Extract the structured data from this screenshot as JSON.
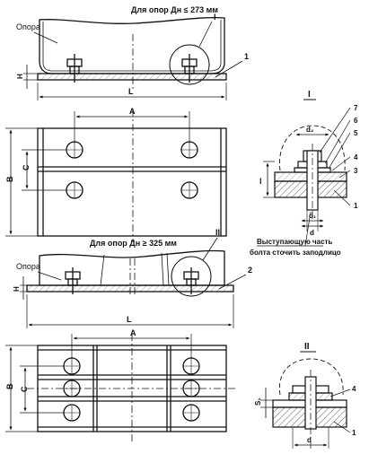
{
  "top": {
    "title": "Для опор Дн ≤ 273 мм",
    "support_label": "Опора",
    "detail_callout": "I",
    "part_1": "1",
    "dim_h": "H",
    "dim_l": "L",
    "dim_a": "A",
    "dim_b": "B",
    "dim_c": "C"
  },
  "detail_1": {
    "title": "I",
    "dim_d2": "d₂",
    "dim_d1": "d₁",
    "dim_d": "d",
    "dim_l": "l",
    "parts": [
      "7",
      "6",
      "5",
      "4",
      "3",
      "1"
    ],
    "note_line1": "Выступающую часть",
    "note_line2": "болта сточить заподлицо"
  },
  "bottom": {
    "title": "Для опор Дн ≥ 325 мм",
    "support_label": "Опора",
    "detail_callout": "II",
    "part_2": "2",
    "dim_h": "H",
    "dim_l": "L",
    "dim_a": "A",
    "dim_b": "B",
    "dim_c": "C"
  },
  "detail_2": {
    "title": "II",
    "dim_s1": "S₁",
    "dim_d": "d",
    "parts": [
      "4",
      "1"
    ]
  }
}
